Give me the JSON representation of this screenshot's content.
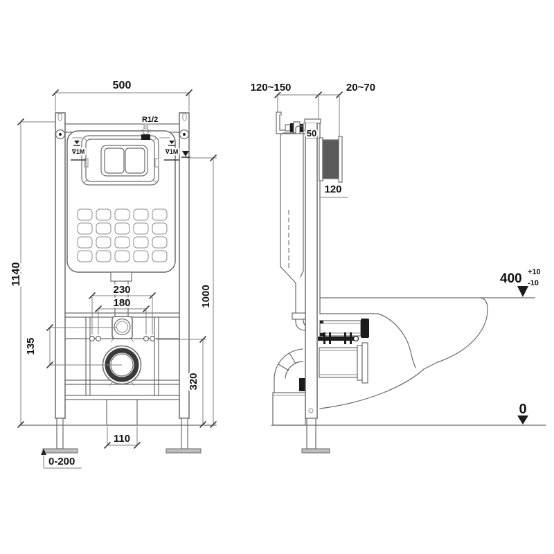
{
  "drawing": {
    "front_view": {
      "dim_overall_width": "500",
      "dim_overall_height": "1140",
      "dim_bolt_spacing_outer": "230",
      "dim_bolt_spacing_inner": "180",
      "dim_flush_to_drain_offset": "135",
      "dim_drain_center_height": "320",
      "dim_water_level_height": "1000",
      "dim_drain_outlet_width": "110",
      "dim_leg_adjustment": "0-200",
      "label_water_inlet": "R1/2",
      "label_water_level_left": "∇1M",
      "label_water_level_right": "∇1M"
    },
    "side_view": {
      "dim_wall_bracket_range": "120~150",
      "dim_front_clearance": "20~70",
      "dim_frame_depth": "50",
      "dim_pipe": "120",
      "dim_rim_height": "400",
      "dim_rim_tol_plus": "+10",
      "dim_rim_tol_minus": "-10",
      "label_floor_level": "0"
    },
    "colors": {
      "line": "#6a6a6a",
      "dark": "#1c1c1c",
      "text": "#111111",
      "background": "#ffffff"
    }
  }
}
